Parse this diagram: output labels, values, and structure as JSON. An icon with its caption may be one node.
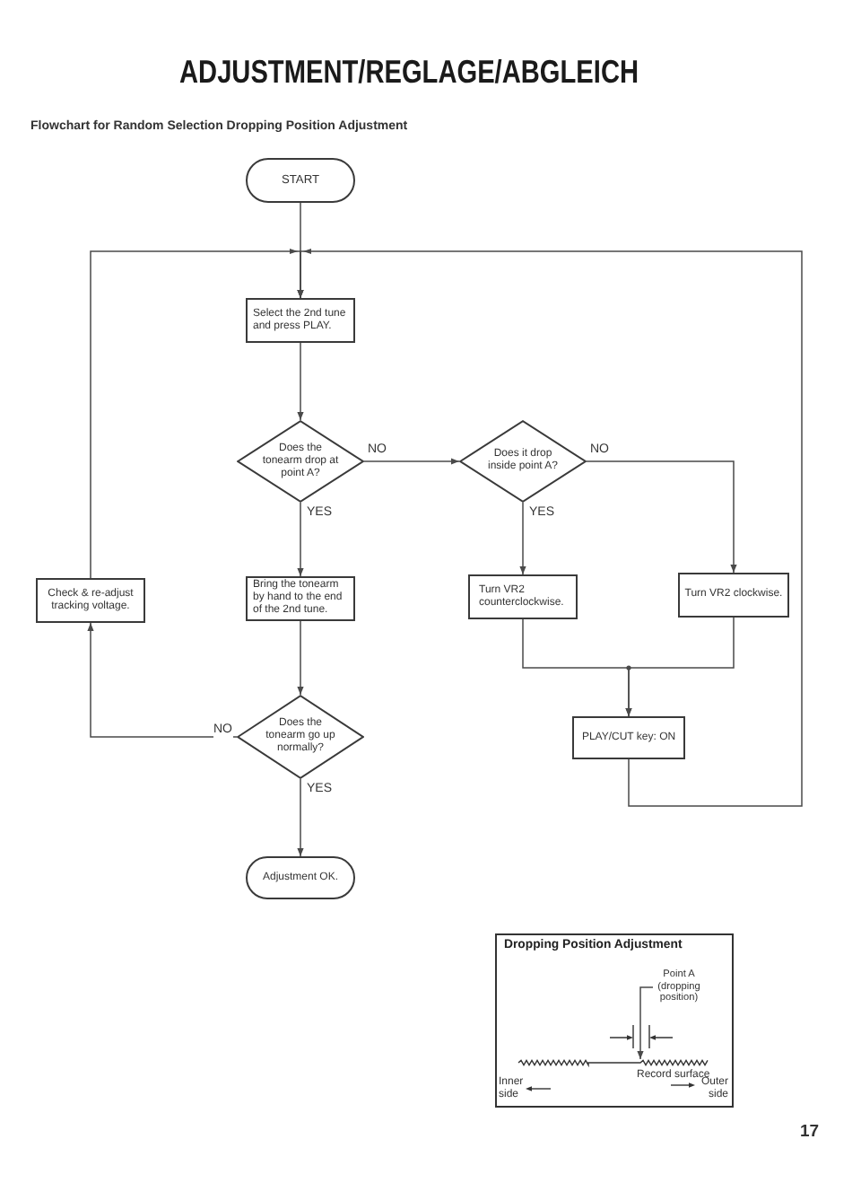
{
  "diagram": {
    "title": "ADJUSTMENT/REGLAGE/ABGLEICH",
    "nodes": [
      {
        "text": [
          "START"
        ]
      },
      {
        "text": [
          "Select the 2nd tune and press PLAY."
        ]
      },
      {
        "text": [
          "Does the tonearm drop at point A?"
        ]
      },
      {
        "text": [
          "Does it drop inside point A?"
        ]
      },
      {
        "text": [
          "Check & re-adjust tracking voltage."
        ]
      },
      {
        "text": [
          "Bring the tonearm by hand to the end of the 2nd tune."
        ]
      },
      {
        "text": [
          "Turn VR2 counterclockwise."
        ]
      },
      {
        "text": [
          "Turn VR2 clockwise."
        ]
      },
      {
        "text": [
          "Does the tonearm go up normally?"
        ]
      },
      {
        "text": [
          "PLAY/CUT key: ON"
        ]
      },
      {
        "text": [
          "Adjustment OK."
        ]
      },
      {
        "text": [
          "Dropping Position Adjustment"
        ]
      },
      {
        "text": [
          "Point A (dropping position)"
        ],
        "in": 11
      },
      {
        "text": [],
        "shape": "picture",
        "in": 11
      }
    ],
    "edges": [
      {
        "from": 0,
        "to": 1,
        "arrow": "to"
      },
      {
        "from": 1,
        "to": 2,
        "arrow": "to"
      },
      {
        "from": 2,
        "to": 3,
        "label": "NO",
        "arrow": "to"
      },
      {
        "from": 2,
        "to": 5,
        "label": "YES",
        "arrow": "to"
      },
      {
        "from": 3,
        "to": 6,
        "label": "YES",
        "arrow": "to"
      },
      {
        "from": 3,
        "to": 7,
        "label": "NO",
        "arrow": "to"
      },
      {
        "from": 6,
        "to": 9,
        "arrow": "to"
      },
      {
        "from": 7,
        "to": 9,
        "arrow": "to"
      },
      {
        "from": 9,
        "to": 1,
        "arrow": "to"
      },
      {
        "from": 5,
        "to": 8,
        "arrow": "to"
      },
      {
        "from": 8,
        "to": 4,
        "label": "NO",
        "arrow": "to"
      },
      {
        "from": 8,
        "to": 10,
        "label": "YES",
        "arrow": "to"
      },
      {
        "from": 4,
        "to": 1,
        "arrow": "to"
      },
      {
        "from": 12,
        "to": 13,
        "arrow": "to"
      }
    ],
    "labels": [
      "Flowchart for Random Selection Dropping Position Adjustment",
      "Record surface",
      "Inner side",
      "Outer side",
      "17"
    ]
  }
}
